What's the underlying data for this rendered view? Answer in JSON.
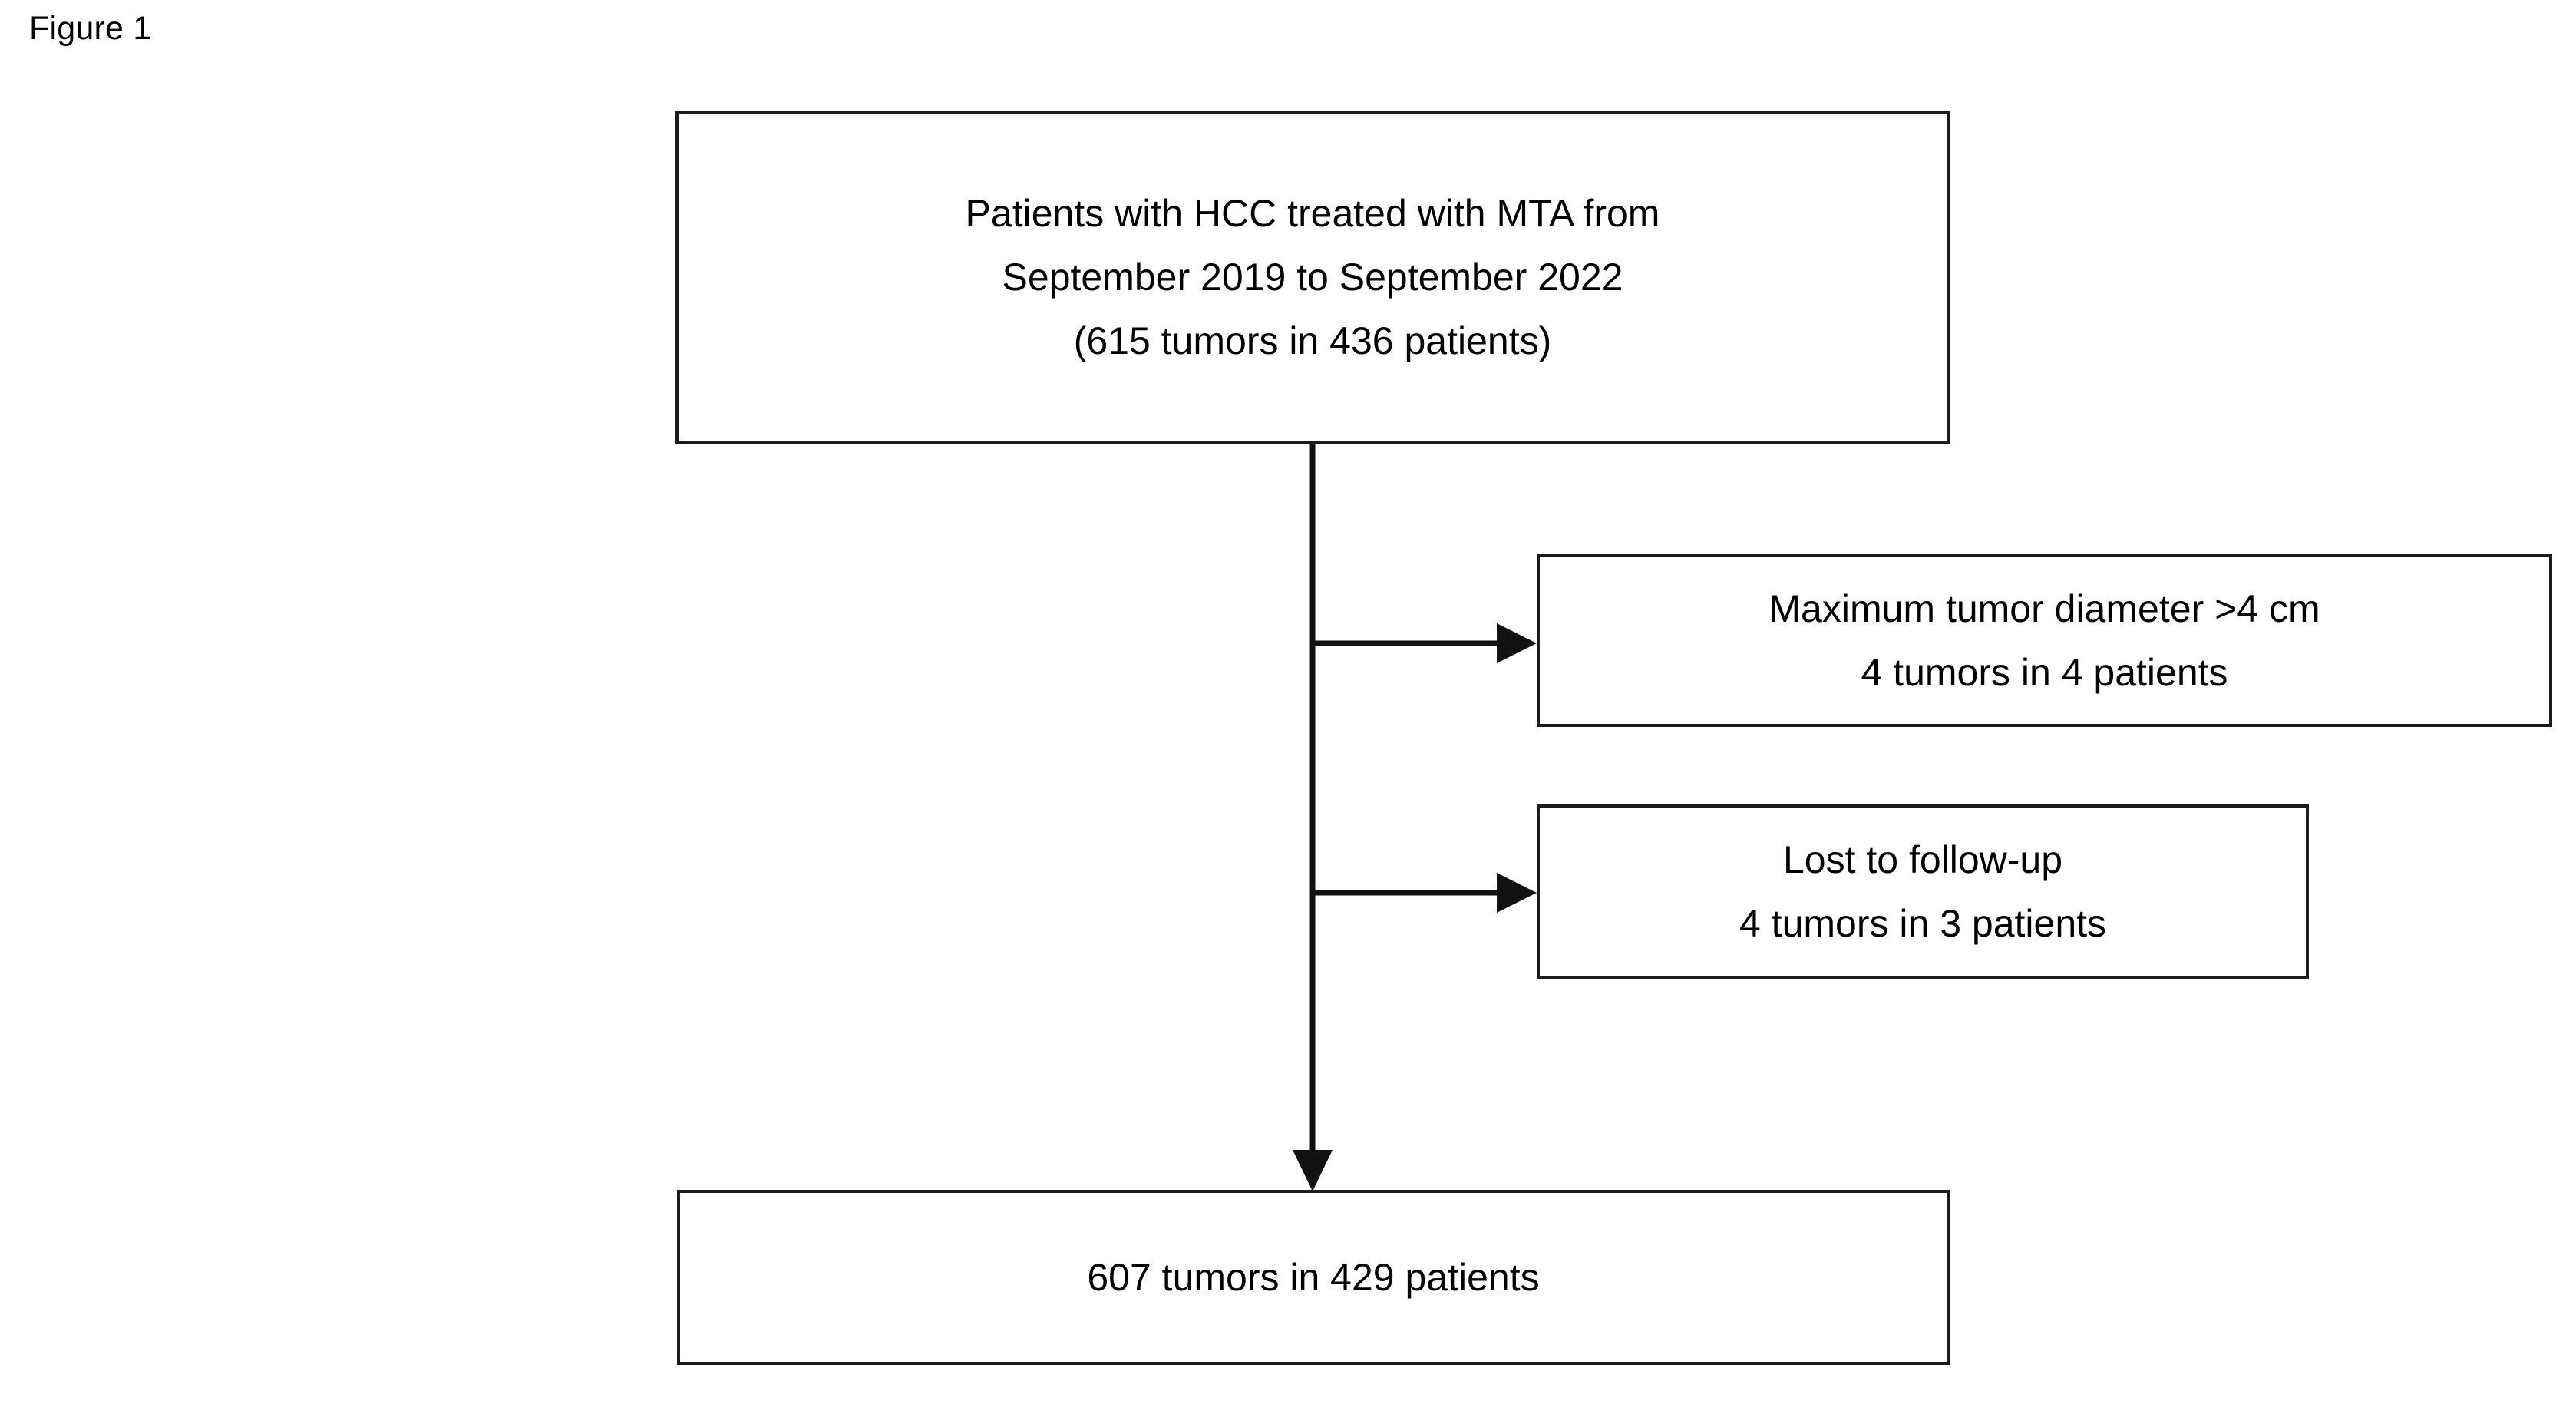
{
  "figure": {
    "label": "Figure 1",
    "type": "patient-selection-flowchart"
  },
  "boxes": {
    "cohort": {
      "text": "Patients with HCC treated with MTA from\nSeptember 2019 to September 2022\n(615 tumors in 436 patients)",
      "lines": [
        "Patients with HCC treated with MTA from",
        "September 2019 to September 2022",
        "(615 tumors in 436 patients)"
      ],
      "tumors": 615,
      "patients": 436
    },
    "exclusion_1": {
      "text": "Maximum tumor diameter >4 cm\n4 tumors in 4 patients",
      "lines": [
        "Maximum tumor diameter >4 cm",
        "4 tumors in 4 patients"
      ],
      "reason": "Maximum tumor diameter >4 cm",
      "tumors": 4,
      "patients": 4
    },
    "exclusion_2": {
      "text": "Lost to follow-up\n4 tumors in 3 patients",
      "lines": [
        "Lost to follow-up",
        "4 tumors in 3 patients"
      ],
      "reason": "Lost to follow-up",
      "tumors": 4,
      "patients": 3
    },
    "final": {
      "text": "607 tumors in 429 patients",
      "lines": [
        "607 tumors in 429 patients"
      ],
      "tumors": 607,
      "patients": 429
    }
  },
  "connectors": [
    {
      "name": "cohort-to-final-stem",
      "kind": "vertical-arrow"
    },
    {
      "name": "branch-to-exclusion-1",
      "kind": "horizontal-arrow"
    },
    {
      "name": "branch-to-exclusion-2",
      "kind": "horizontal-arrow"
    }
  ],
  "colors": {
    "background": "#ffffff",
    "box_border": "#1c1c1c",
    "connector": "#111111",
    "text": "#000000"
  }
}
